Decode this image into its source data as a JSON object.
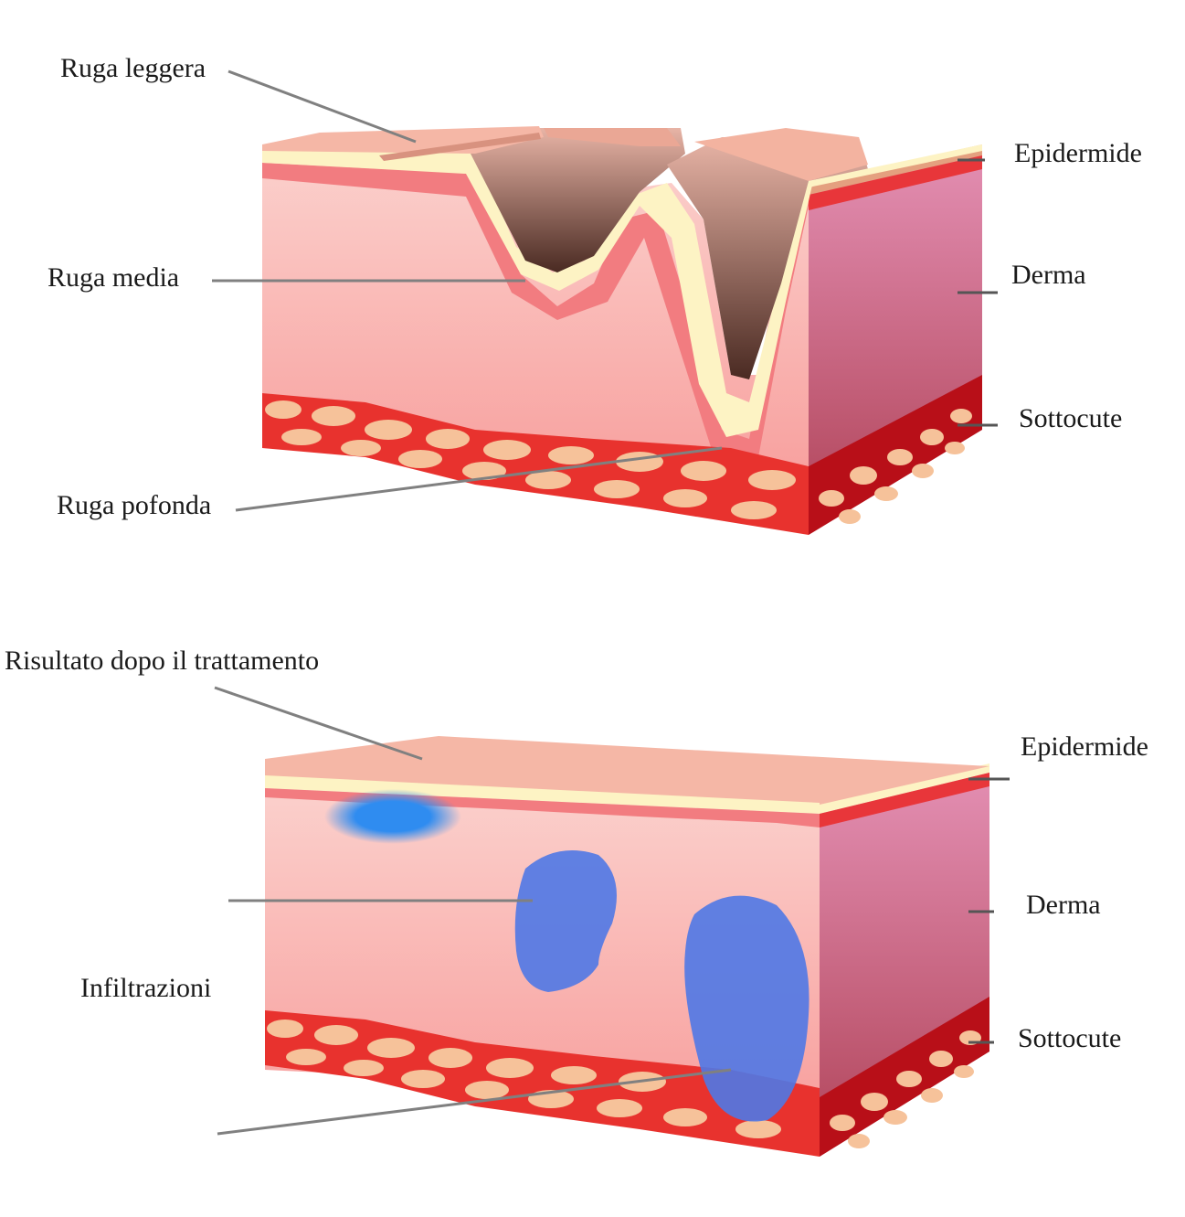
{
  "top_diagram": {
    "labels": {
      "ruga_leggera": "Ruga leggera",
      "ruga_media": "Ruga media",
      "ruga_profonda": "Ruga pofonda",
      "epidermide": "Epidermide",
      "derma": "Derma",
      "sottocute": "Sottocute"
    }
  },
  "bottom_diagram": {
    "labels": {
      "risultato": "Risultato dopo il trattamento",
      "infiltrazioni": "Infiltrazioni",
      "epidermide": "Epidermide",
      "derma": "Derma",
      "sottocute": "Sottocute"
    }
  },
  "colors": {
    "skin_surface": "#f5b7a6",
    "epidermis_band": "#fdf3c4",
    "dermis_front": "#f9a8a4",
    "dermis_side": "#c8647f",
    "dermal_edge": "#f0606a",
    "subcutis": "#e8322e",
    "fat_cells": "#f6c29a",
    "filler": "#4f78e6",
    "filler_surface": "#2f8cf0",
    "leader_line": "#808080"
  }
}
